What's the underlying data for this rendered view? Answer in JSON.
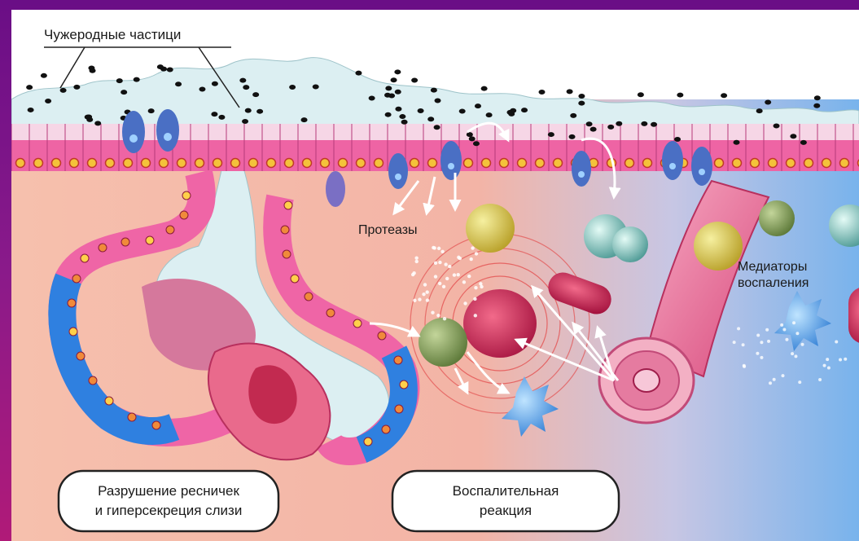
{
  "labels": {
    "foreign_particles": "Чужеродные частици",
    "proteases": "Протеазы",
    "mediators_line1": "Медиаторы",
    "mediators_line2": "воспаления",
    "box_left_line1": "Разрушение ресничек",
    "box_left_line2": "и гиперсекреция слизи",
    "box_mid_line1": "Воспалительная",
    "box_mid_line2": "реакция"
  },
  "colors": {
    "frame": "#7a1488",
    "tissue": "#f4b4a4",
    "vessel_region": "#7fb6ea",
    "epithelium": "#e8539a",
    "basal_cells": "#2e7ee0",
    "mucus": "#dff1f4"
  }
}
